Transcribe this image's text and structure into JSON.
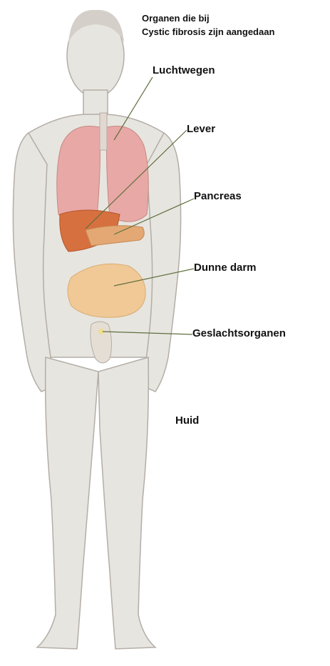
{
  "title_lines": [
    "Organen die bij",
    "Cystic fibrosis zijn aangedaan"
  ],
  "labels": {
    "airways": "Luchtwegen",
    "liver": "Lever",
    "pancreas": "Pancreas",
    "small_intestine": "Dunne darm",
    "reproductive_organs": "Geslachtsorganen",
    "skin": "Huid"
  },
  "colors": {
    "skin": "#e7e5e0",
    "outline": "#b3ada6",
    "lungs": "#e8a8a6",
    "liver": "#d7703f",
    "pancreas": "#e3a873",
    "intestine": "#f0c996",
    "reproductive": "#f2dd8c",
    "leader_line": "#5f6f3f"
  }
}
